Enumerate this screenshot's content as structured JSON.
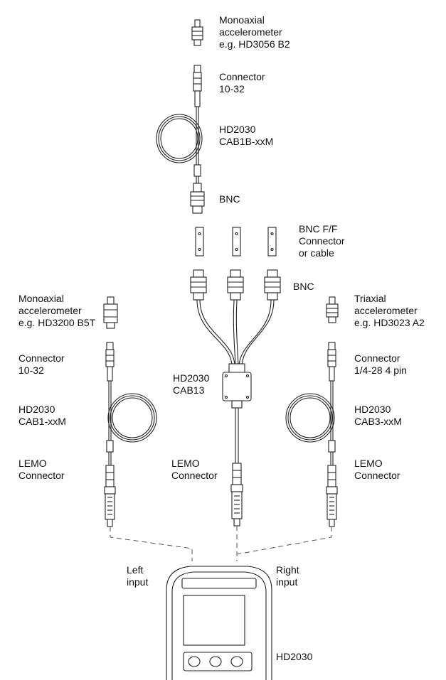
{
  "labels": {
    "mono_top": [
      "Monoaxial",
      "accelerometer",
      "e.g. HD3056 B2"
    ],
    "conn_top": [
      "Connector",
      "10-32"
    ],
    "cab1b": [
      "HD2030",
      "CAB1B-xxM"
    ],
    "bnc_top": [
      "BNC"
    ],
    "bnc_ff": [
      "BNC F/F",
      "Connector",
      "or cable"
    ],
    "bnc_mid": [
      "BNC"
    ],
    "cab13": [
      "HD2030",
      "CAB13"
    ],
    "lemo_mid": [
      "LEMO",
      "Connector"
    ],
    "mono_left": [
      "Monoaxial",
      "accelerometer",
      "e.g. HD3200 B5T"
    ],
    "conn_left": [
      "Connector",
      "10-32"
    ],
    "cab1": [
      "HD2030",
      "CAB1-xxM"
    ],
    "lemo_left": [
      "LEMO",
      "Connector"
    ],
    "tri_right": [
      "Triaxial",
      "accelerometer",
      "e.g. HD3023 A2"
    ],
    "conn_right": [
      "Connector",
      "1/4-28 4 pin"
    ],
    "cab3": [
      "HD2030",
      "CAB3-xxM"
    ],
    "lemo_right": [
      "LEMO",
      "Connector"
    ],
    "left_input": [
      "Left",
      "input"
    ],
    "right_input": [
      "Right",
      "input"
    ],
    "device": [
      "HD2030"
    ]
  }
}
